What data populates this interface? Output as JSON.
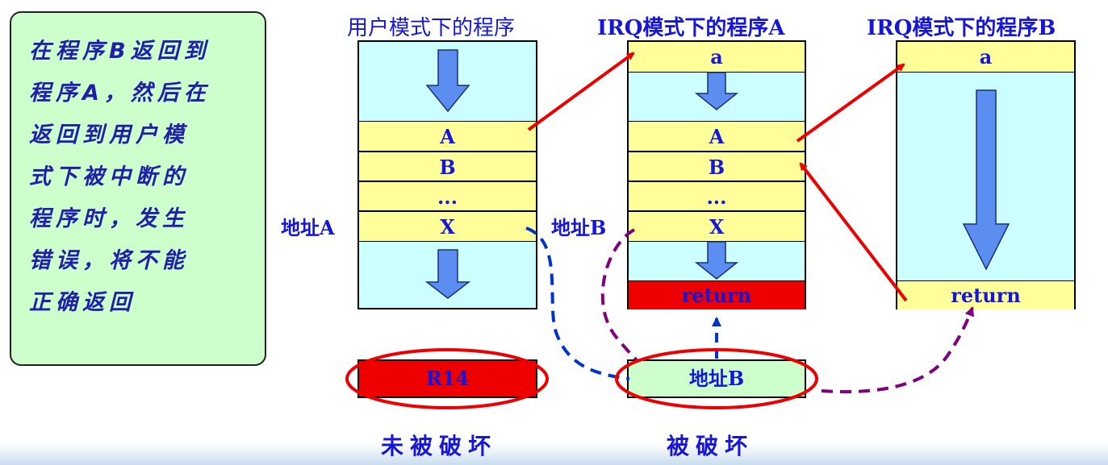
{
  "note": {
    "text": "在程序B返回到\n程序A，然后在\n返回到用户模\n式下被中断的\n程序时，发生\n错误，将不能\n正确返回"
  },
  "columns": {
    "user": {
      "title": "用户模式下的程序",
      "cells": [
        "A",
        "B",
        "...",
        "X"
      ]
    },
    "irq_a": {
      "title": "IRQ模式下的程序A",
      "top_cell": "a",
      "cells": [
        "A",
        "B",
        "...",
        "X"
      ],
      "return_label": "return"
    },
    "irq_b": {
      "title": "IRQ模式下的程序B",
      "top_cell": "a",
      "return_label": "return"
    }
  },
  "labels": {
    "addr_a": "地址A",
    "addr_b": "地址B"
  },
  "registers": {
    "r14": "R14",
    "addr_b": "地址B"
  },
  "captions": {
    "left": "未被破坏",
    "right": "被破坏"
  },
  "colors": {
    "cyan_fill": "#ccffff",
    "yellow_fill": "#ffff99",
    "red_fill": "#ee0000",
    "green_fill": "#ccffcc",
    "text_blue": "#1616d8",
    "arrow_blue": "#5b8ef0",
    "arrow_red": "#ee0000",
    "dash_blue": "#0033cc",
    "dash_purple": "#800080"
  }
}
